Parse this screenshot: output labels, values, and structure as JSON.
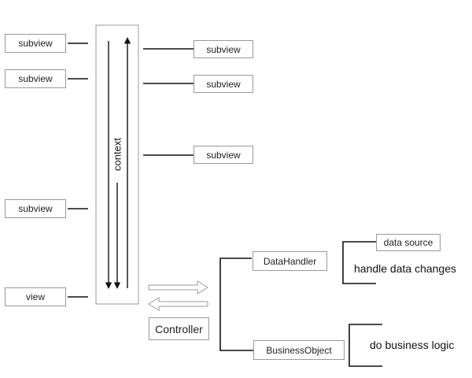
{
  "diagram": {
    "context_label": "context",
    "left_subviews": [
      "subview",
      "subview",
      "subview"
    ],
    "right_subviews": [
      "subview",
      "subview",
      "subview"
    ],
    "view_label": "view",
    "controller_label": "Controller",
    "data_handler_label": "DataHandler",
    "business_object_label": "BusinessObject",
    "data_source_label": "data source",
    "handle_data_changes_label": "handle data changes",
    "business_logic_label": "do business logic",
    "colors": {
      "line": "#111111",
      "box_border": "#9a9a9a",
      "hollow_arrow": "#9a9a9a"
    }
  }
}
